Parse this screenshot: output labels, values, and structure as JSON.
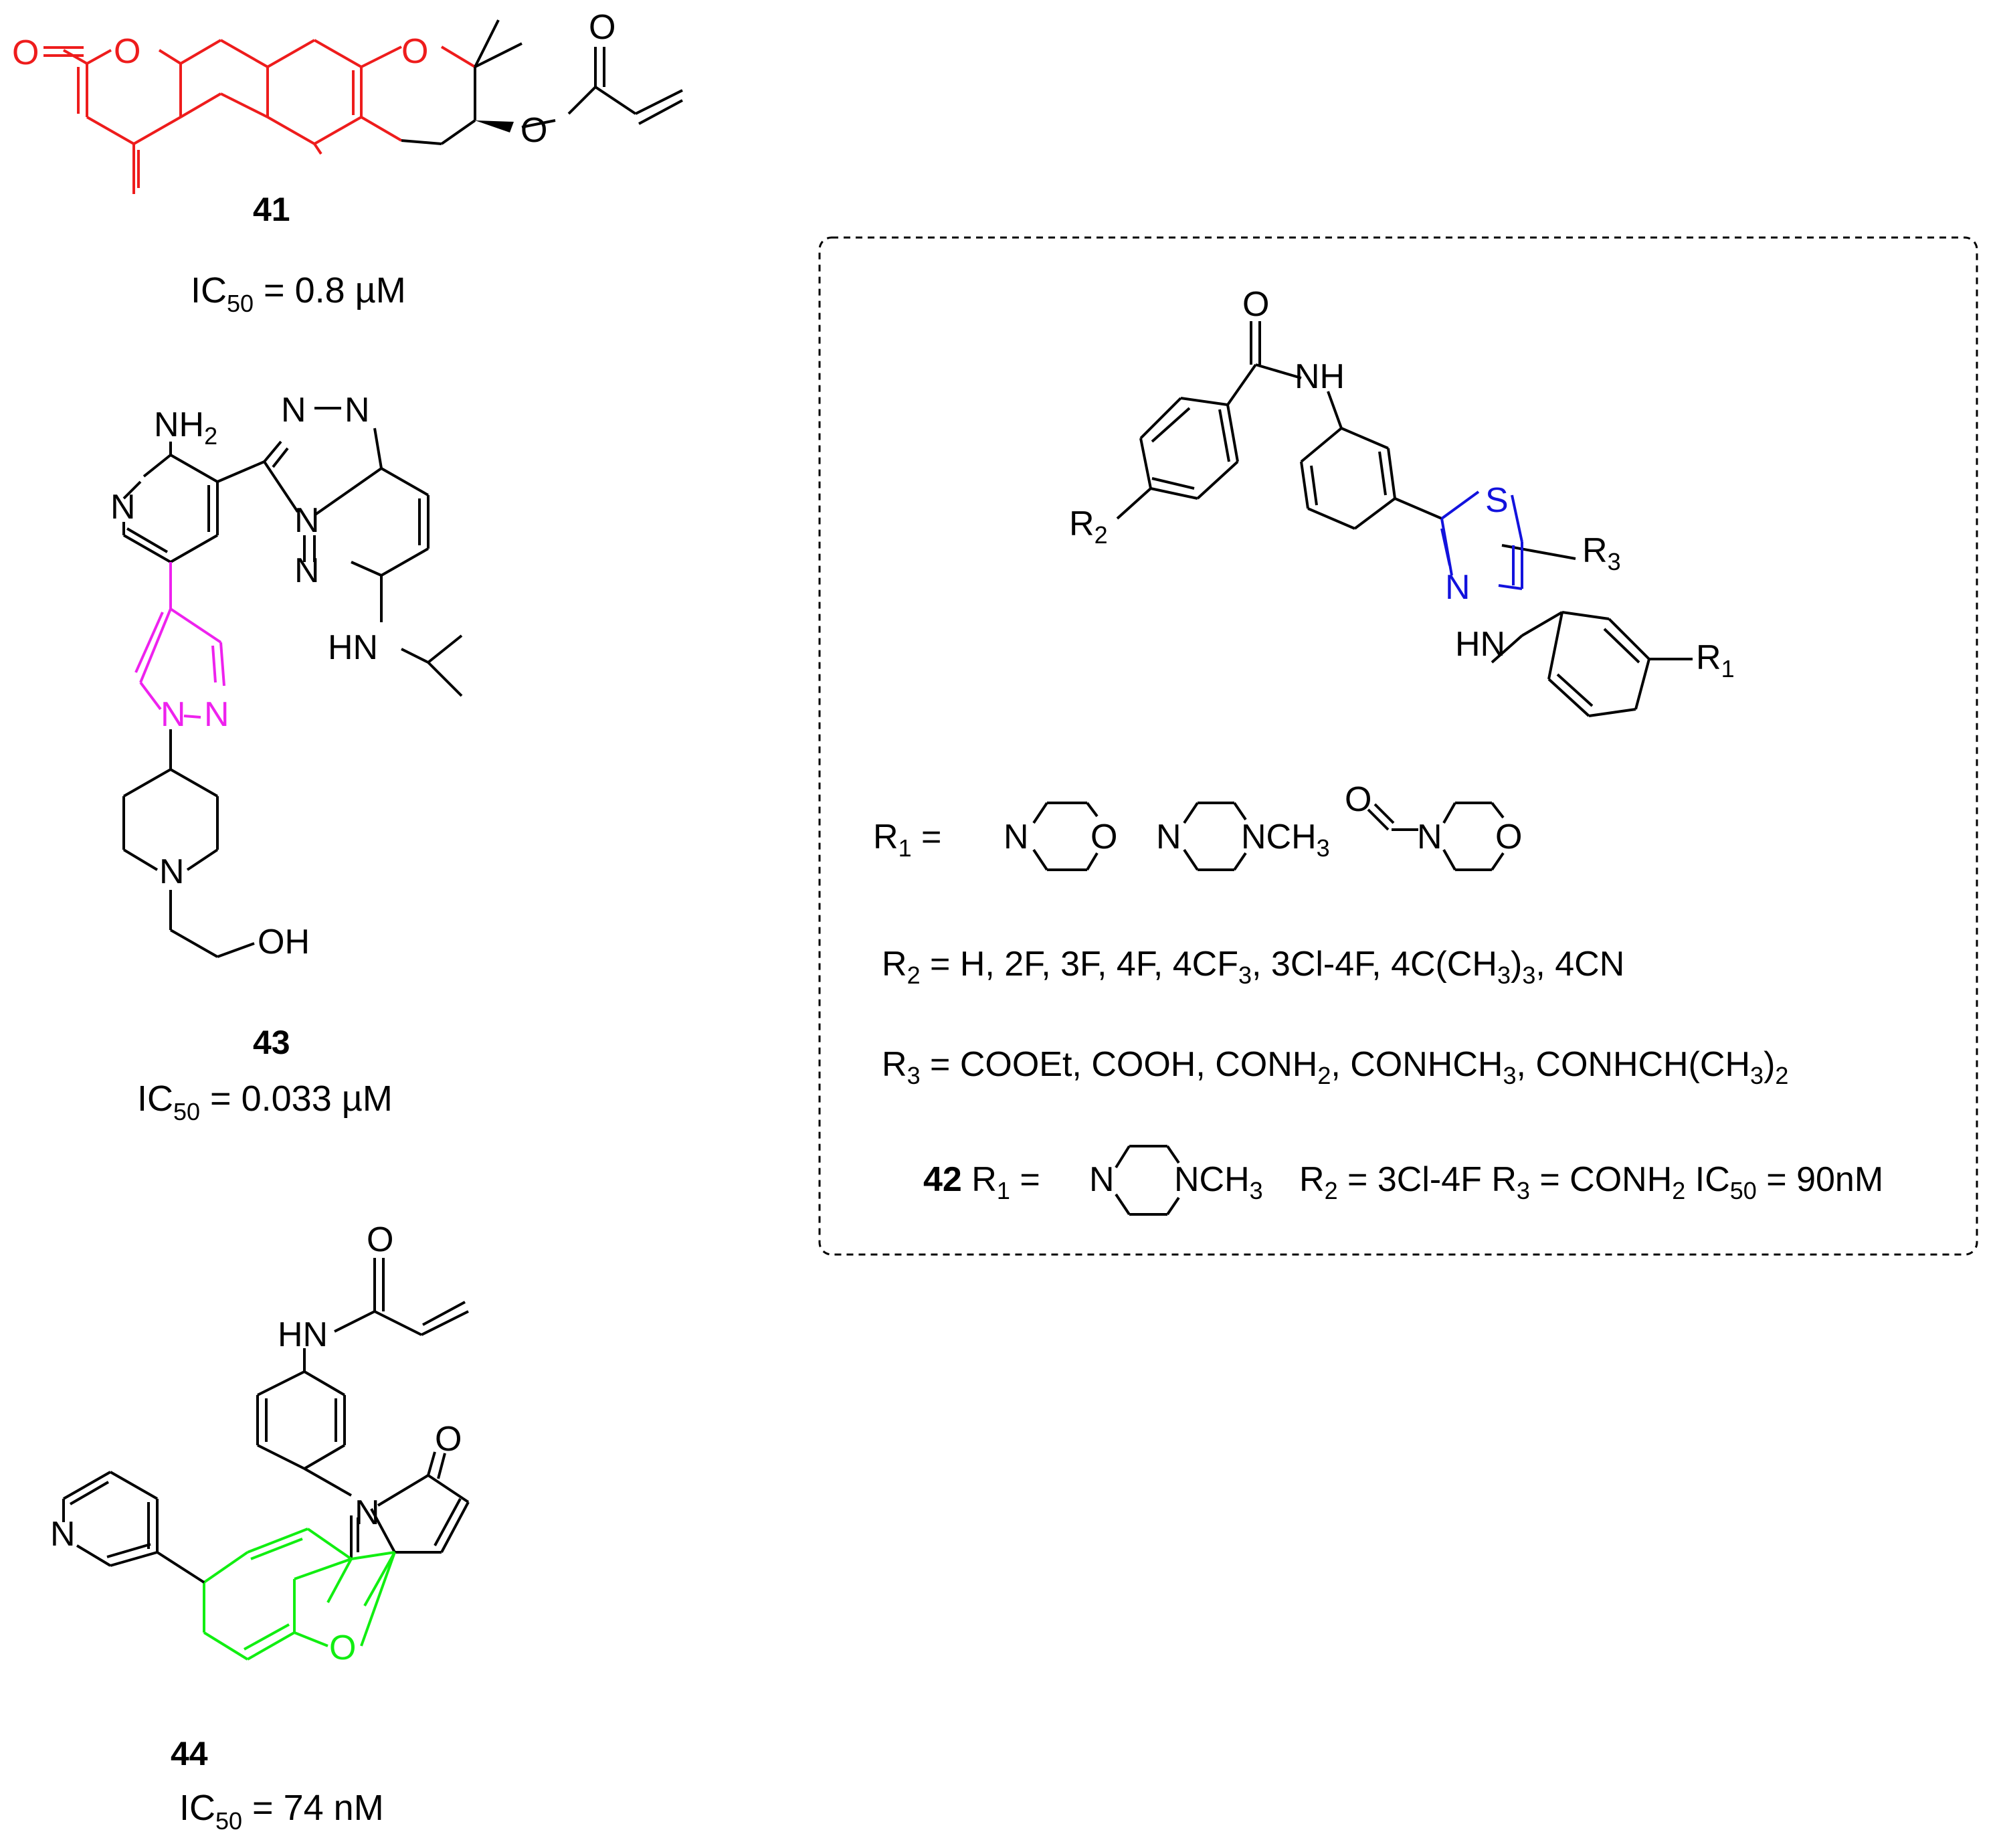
{
  "figure": {
    "colors": {
      "ink": "#000000",
      "coumarin_red": "#ee1c1c",
      "thiazole_blue": "#1212dd",
      "pyrazole_magenta": "#ee22ee",
      "benzofuran_green": "#11ee11"
    },
    "compound41": {
      "number": "41",
      "ic50_prefix": "IC",
      "ic50_sub": "50",
      "ic50_value": " = 0.8 µM",
      "atoms": {
        "o1": "O",
        "o2": "O",
        "o3": "O",
        "o4": "O",
        "o5": "O"
      }
    },
    "compound43": {
      "number": "43",
      "ic50_prefix": "IC",
      "ic50_sub": "50",
      "ic50_value": " = 0.033 µM",
      "atoms": {
        "nh2": "NH",
        "nh2_sub": "2",
        "n_pyr": "N",
        "n1": "N",
        "n2": "N",
        "n3": "N",
        "n4": "N",
        "hn": "HN",
        "pz_n1": "N",
        "pz_n2": "N",
        "pip_n": "N",
        "oh": "OH"
      }
    },
    "compound44": {
      "number": "44",
      "ic50_prefix": "IC",
      "ic50_sub": "50",
      "ic50_value": " = 74 nM",
      "atoms": {
        "o_carbonyl": "O",
        "hn": "HN",
        "n_pyridone": "N",
        "n_pyridine": "N",
        "o_furan": "O",
        "o_amide": "O"
      }
    },
    "box42": {
      "atoms": {
        "o": "O",
        "nh": "NH",
        "s": "S",
        "n": "N",
        "hn": "HN",
        "r1": "R",
        "r1_sub": "1",
        "r2": "R",
        "r2_sub": "2",
        "r3": "R",
        "r3_sub": "3"
      },
      "r1_row": {
        "label": "R",
        "label_sub": "1",
        "eq": " =",
        "morph_n": "N",
        "morph_o": "O",
        "pip_n": "N",
        "pip_nch3": "NCH",
        "pip_sub": "3",
        "amide_o": "O",
        "amide_n": "N",
        "amide_morph_o": "O"
      },
      "r2_row": {
        "parts": [
          {
            "t": "R"
          },
          {
            "s": "2"
          },
          {
            "t": " = H, 2F, 3F, 4F, 4CF"
          },
          {
            "s": "3"
          },
          {
            "t": ", 3Cl-4F, 4C(CH"
          },
          {
            "s": "3"
          },
          {
            "t": ")"
          },
          {
            "s": "3"
          },
          {
            "t": ", 4CN"
          }
        ]
      },
      "r3_row": {
        "parts": [
          {
            "t": "R"
          },
          {
            "s": "3"
          },
          {
            "t": " = COOEt, COOH, CONH"
          },
          {
            "s": "2"
          },
          {
            "t": ", CONHCH"
          },
          {
            "s": "3"
          },
          {
            "t": ", CONHCH(CH"
          },
          {
            "s": "3"
          },
          {
            "t": ")"
          },
          {
            "s": "2"
          }
        ]
      },
      "row42": {
        "number": "42",
        "r1_label": " R",
        "r1_sub": "1",
        "r1_eq": " =",
        "pip_n": "N",
        "pip_nch3": "NCH",
        "pip_sub": "3",
        "rest_parts": [
          {
            "t": "R"
          },
          {
            "s": "2"
          },
          {
            "t": " = 3Cl-4F R"
          },
          {
            "s": "3"
          },
          {
            "t": " = CONH"
          },
          {
            "s": "2"
          },
          {
            "t": " IC"
          },
          {
            "s": "50"
          },
          {
            "t": " = 90nM"
          }
        ]
      }
    }
  }
}
